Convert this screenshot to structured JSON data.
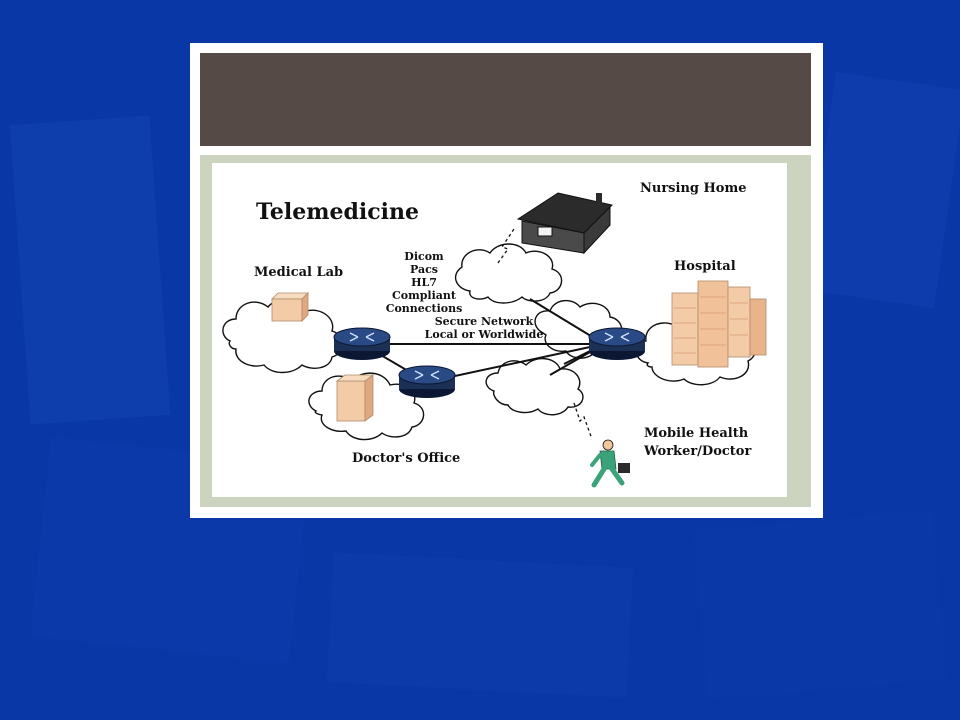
{
  "diagram": {
    "title": "Telemedicine",
    "protocols": [
      "Dicom",
      "Pacs",
      "HL7",
      "Compliant",
      "Connections"
    ],
    "network": [
      "Secure Network",
      "Local or Worldwide"
    ],
    "nodes": {
      "nursing_home": "Nursing Home",
      "hospital": "Hospital",
      "medical_lab": "Medical Lab",
      "doctors_office": "Doctor's Office",
      "mobile_line1": "Mobile Health",
      "mobile_line2": "Worker/Doctor"
    }
  },
  "colors": {
    "background": "#0a37a6",
    "title_bar": "#564a46",
    "panel_border": "#ccd4c0",
    "router": "#1c2f55",
    "building": "#f3cba6",
    "worker": "#3aa37a"
  }
}
